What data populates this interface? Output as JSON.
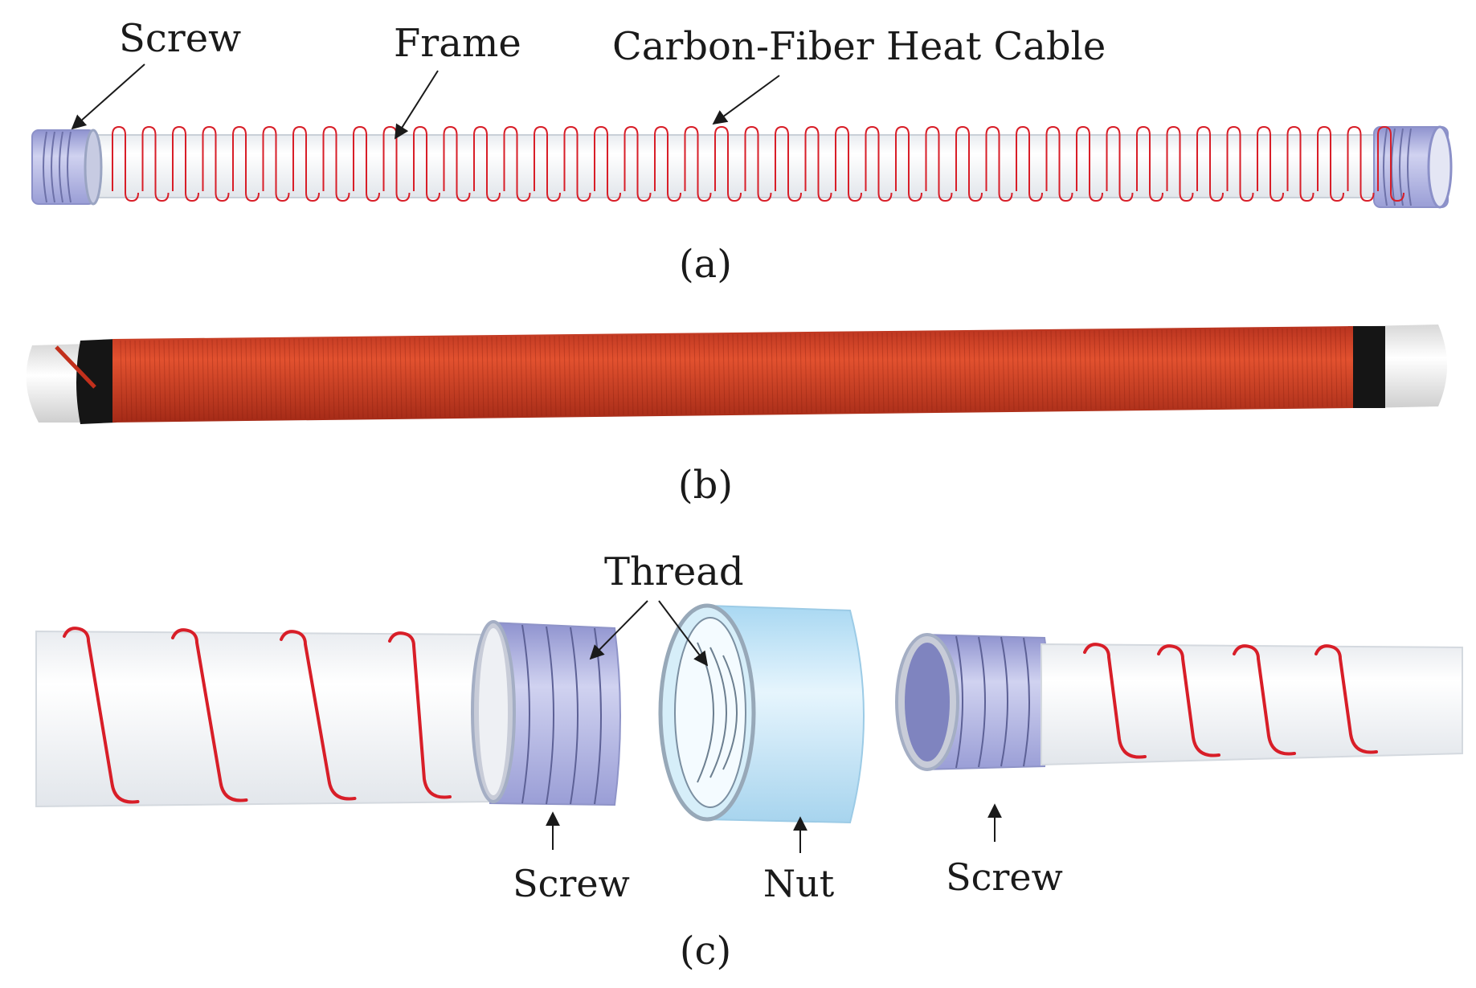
{
  "panels": [
    {
      "caption": "(a)",
      "labels": {
        "screw": "Screw",
        "frame": "Frame",
        "cable": "Carbon-Fiber Heat Cable"
      }
    },
    {
      "caption": "(b)"
    },
    {
      "caption": "(c)",
      "labels": {
        "thread": "Thread",
        "screw_left": "Screw",
        "nut": "Nut",
        "screw_right": "Screw"
      }
    }
  ],
  "colors": {
    "heat_cable": "#d81e28",
    "frame_pipe": "#f1f3f6",
    "screw_band": "#a9acdc",
    "nut": "#c8e6f6",
    "photo_cable": "#d9412a",
    "photo_tape": "#151515"
  }
}
